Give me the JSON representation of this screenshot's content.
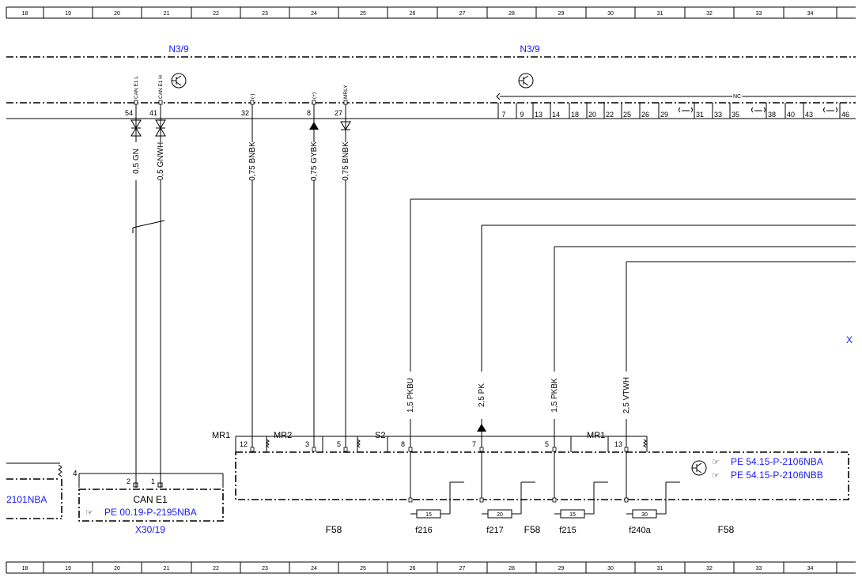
{
  "ruler": {
    "cells": [
      "18",
      "19",
      "20",
      "21",
      "22",
      "23",
      "24",
      "25",
      "26",
      "27",
      "28",
      "29",
      "30",
      "31",
      "32",
      "33",
      "34"
    ]
  },
  "component_labels": {
    "n39_left": "N3/9",
    "n39_right": "N3/9",
    "x30_19": "X30/19",
    "f58_a": "F58",
    "f58_b": "F58",
    "f58_c": "F58",
    "x_partial": "X",
    "nc": "NC"
  },
  "top_pins": [
    {
      "num": "54",
      "name": "CAN E1 L"
    },
    {
      "num": "41",
      "name": "CAN E1 H"
    },
    {
      "num": "32",
      "name": "(-)"
    },
    {
      "num": "8",
      "name": "(+)"
    },
    {
      "num": "27",
      "name": "MRLY"
    }
  ],
  "right_pins": [
    "7",
    "9",
    "13",
    "14",
    "18",
    "20",
    "22",
    "25",
    "26",
    "29",
    "31",
    "33",
    "35",
    "38",
    "40",
    "43",
    "46"
  ],
  "wires_top": [
    {
      "label": "0,5 GN"
    },
    {
      "label": "0,5 GNWH"
    },
    {
      "label": "0,75 BNBK"
    },
    {
      "label": "0,75 GYBK"
    },
    {
      "label": "0,75 BNBK"
    }
  ],
  "wires_fuse": [
    {
      "label": "1,5 PKBU"
    },
    {
      "label": "2,5 PK"
    },
    {
      "label": "1,5 PKBK"
    },
    {
      "label": "2,5 VTWH"
    }
  ],
  "relay_terms": {
    "mr1_a": "MR1",
    "mr2": "MR2",
    "s2": "S2",
    "mr1_b": "MR1",
    "p12": "12",
    "p3": "3",
    "p5a": "5",
    "p8": "8",
    "p7": "7",
    "p5b": "5",
    "p13": "13"
  },
  "fuses": [
    {
      "rating": "15",
      "name": "f216"
    },
    {
      "rating": "20",
      "name": "f217"
    },
    {
      "rating": "15",
      "name": "f215"
    },
    {
      "rating": "30",
      "name": "f240a"
    }
  ],
  "can_block": {
    "title": "CAN E1",
    "pin_left": "2",
    "pin_right": "1",
    "pin_four": "4",
    "ref": "PE 00.19-P-2195NBA"
  },
  "left_ref": "2101NBA",
  "right_refs": [
    "PE 54.15-P-2106NBA",
    "PE 54.15-P-2106NBB"
  ]
}
